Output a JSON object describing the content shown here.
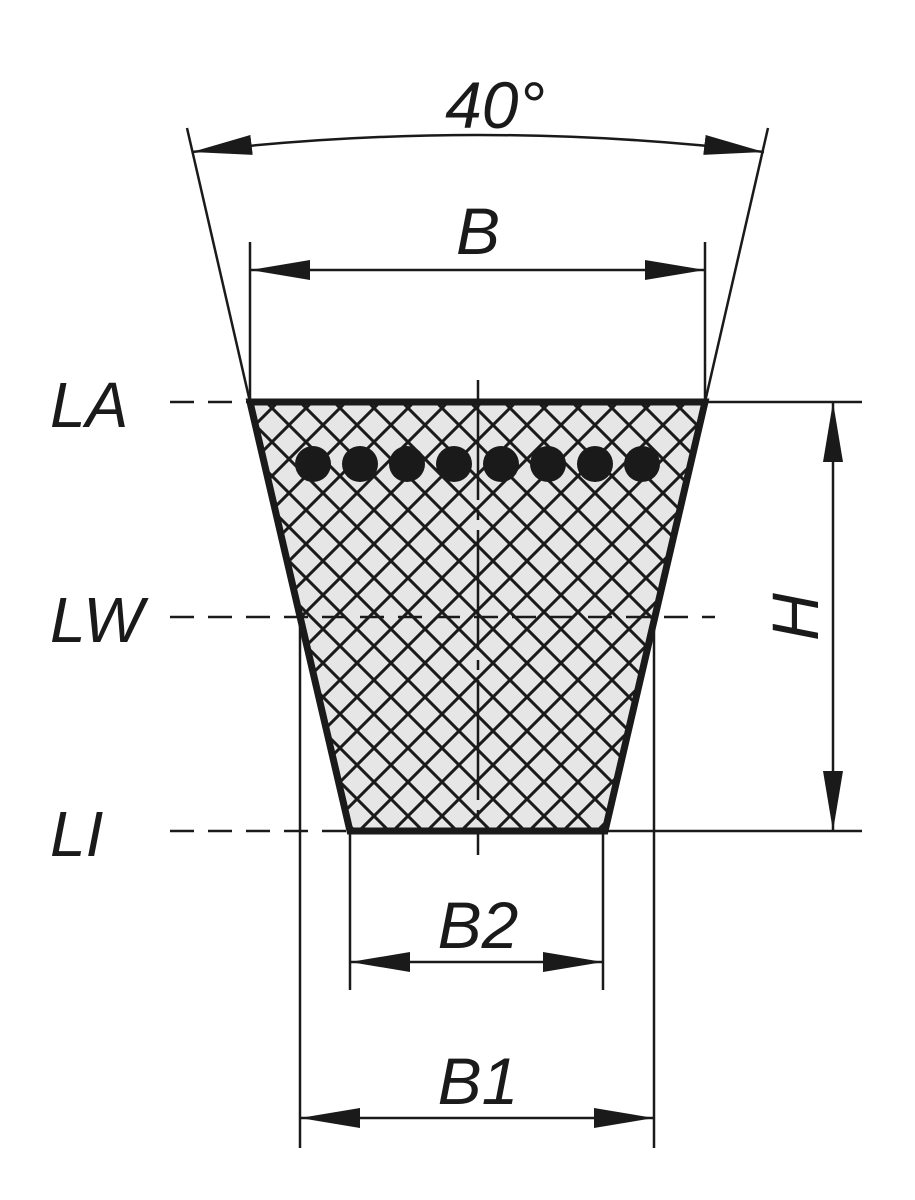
{
  "diagram": {
    "angle_label": "40°",
    "top_width_label": "B",
    "height_label": "H",
    "bottom_width_label": "B2",
    "pitch_width_label": "B1",
    "levels": {
      "outer": "LA",
      "pitch": "LW",
      "inner": "LI"
    },
    "cord_count": 8,
    "colors": {
      "line": "#1a1a1a",
      "section_fill": "#e6e6e6",
      "background": "#ffffff"
    }
  }
}
